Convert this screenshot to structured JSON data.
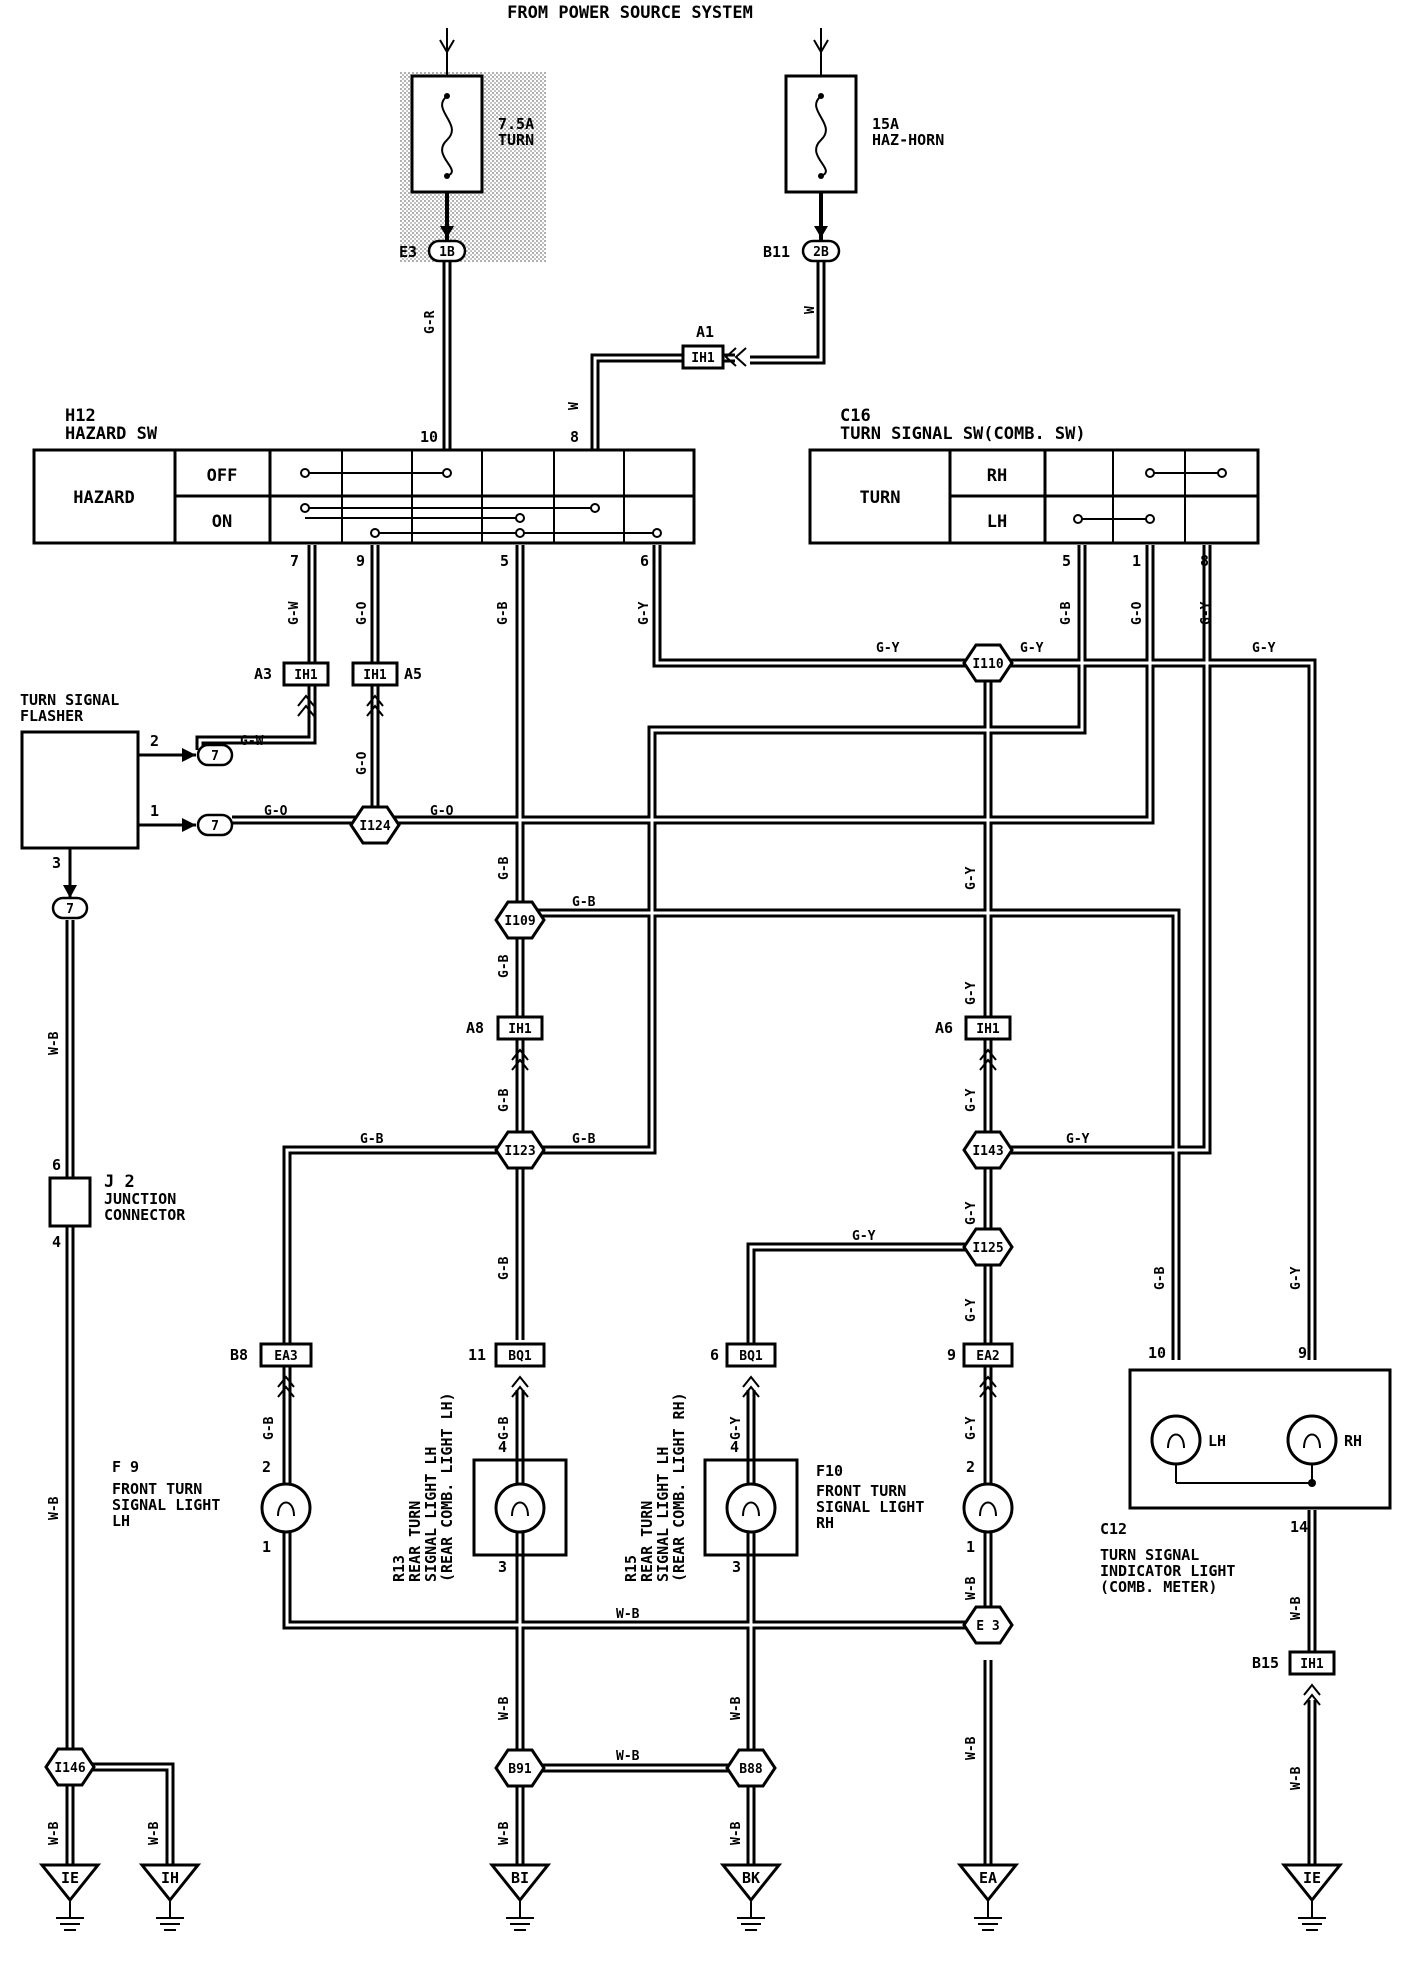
{
  "diagram": {
    "header": "FROM POWER SOURCE SYSTEM",
    "fuses": [
      {
        "conn": "E3",
        "pin": "1B",
        "amp": "7.5A",
        "name": "TURN"
      },
      {
        "conn": "B11",
        "pin": "2B",
        "amp": "15A",
        "name": "HAZ-HORN"
      }
    ],
    "hazard_sw": {
      "code": "H12",
      "title": "HAZARD SW",
      "label": "HAZARD",
      "off": "OFF",
      "on": "ON",
      "pins": [
        "10",
        "8",
        "7",
        "9",
        "5",
        "6"
      ]
    },
    "turn_sw": {
      "code": "C16",
      "title": "TURN SIGNAL SW(COMB. SW)",
      "label": "TURN",
      "rh": "RH",
      "lh": "LH",
      "pins": [
        "5",
        "1",
        "8"
      ]
    },
    "flasher": {
      "title1": "TURN SIGNAL",
      "title2": "FLASHER",
      "pins": [
        "2",
        "1",
        "3"
      ],
      "conn": "7"
    },
    "junction": {
      "code": "J 2",
      "title1": "JUNCTION",
      "title2": "CONNECTOR",
      "pins": [
        "6",
        "4"
      ]
    },
    "connectors": {
      "A1": "A1",
      "A3": "A3",
      "A5": "A5",
      "A6": "A6",
      "A8": "A8",
      "B8": "B8",
      "B15": "B15",
      "IH1": "IH1",
      "EA3": "EA3",
      "BQ1": "BQ1",
      "EA2": "EA2"
    },
    "junctions": {
      "I110": "I110",
      "I124": "I124",
      "I109": "I109",
      "I123": "I123",
      "I143": "I143",
      "I125": "I125",
      "E3": "E 3",
      "I146": "I146",
      "B91": "B91",
      "B88": "B88"
    },
    "wire_colors": {
      "GR": "G-R",
      "W": "W",
      "GW": "G-W",
      "GO": "G-O",
      "GB": "G-B",
      "GY": "G-Y",
      "WB": "W-B"
    },
    "pin_labels": {
      "p11": "11",
      "p6": "6",
      "p9": "9",
      "p4": "4",
      "p2": "2",
      "p1": "1",
      "p3": "3",
      "p10": "10",
      "p14": "14"
    },
    "lights": {
      "f9": {
        "code": "F 9",
        "l1": "FRONT TURN",
        "l2": "SIGNAL LIGHT",
        "l3": "LH"
      },
      "r13": {
        "code": "R13",
        "l1": "REAR TURN",
        "l2": "SIGNAL LIGHT LH",
        "l3": "(REAR COMB. LIGHT LH)"
      },
      "r15": {
        "code": "R15",
        "l1": "REAR TURN",
        "l2": "SIGNAL LIGHT LH",
        "l3": "(REAR COMB. LIGHT RH)"
      },
      "f10": {
        "code": "F10",
        "l1": "FRONT TURN",
        "l2": "SIGNAL LIGHT",
        "l3": "RH"
      },
      "c12": {
        "code": "C12",
        "l1": "TURN SIGNAL",
        "l2": "INDICATOR LIGHT",
        "l3": "(COMB. METER)",
        "lh": "LH",
        "rh": "RH"
      }
    },
    "grounds": [
      "IE",
      "IH",
      "BI",
      "BK",
      "EA",
      "IE"
    ]
  }
}
